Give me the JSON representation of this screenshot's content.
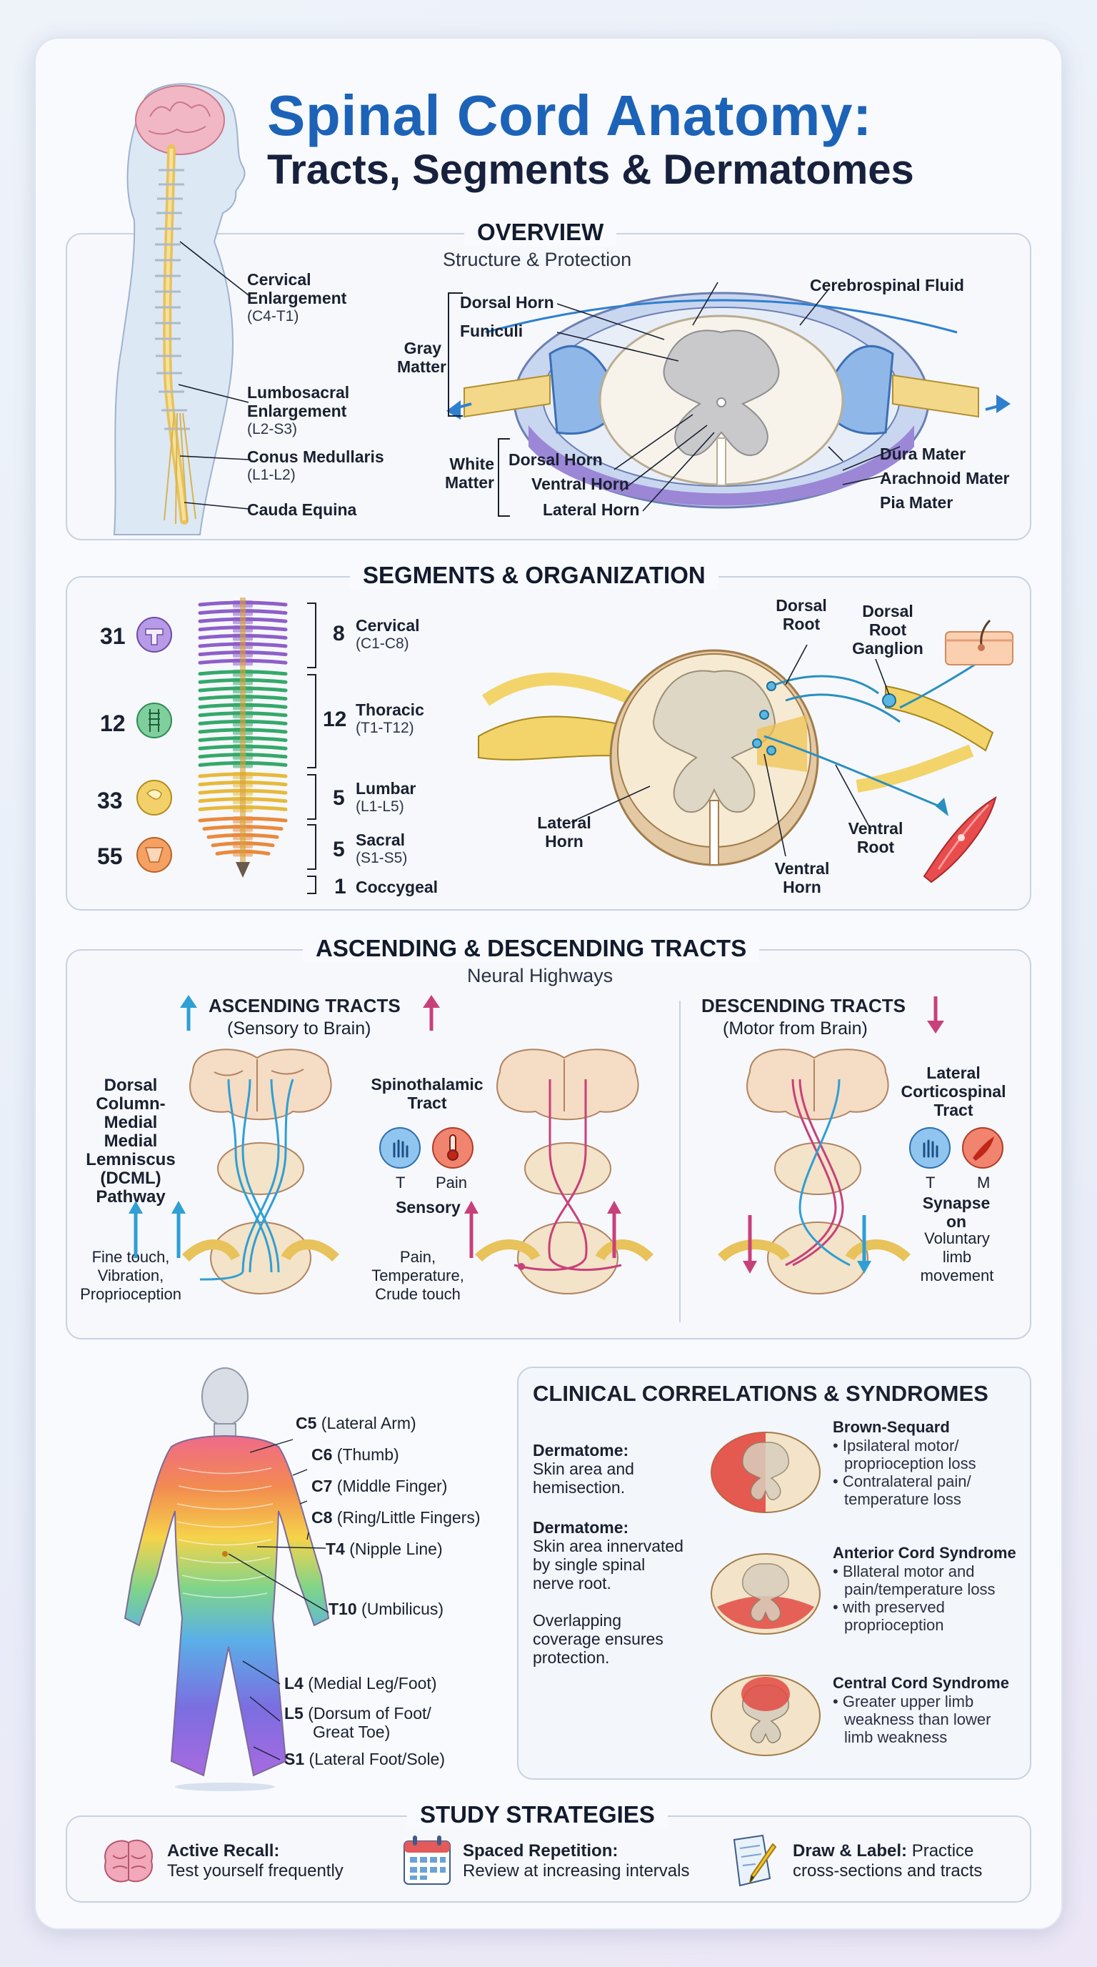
{
  "header": {
    "title": "Spinal Cord Anatomy:",
    "subtitle": "Tracts, Segments & Dermatomes"
  },
  "overview": {
    "title": "OVERVIEW",
    "subtitle": "Structure & Protection",
    "spine_labels": [
      {
        "name": "Cervical",
        "line2": "Enlargement",
        "range": "(C4-T1)"
      },
      {
        "name": "Lumbosacral",
        "line2": "Enlargement",
        "range": "(L2-S3)"
      },
      {
        "name": "Conus Medullaris",
        "line2": "",
        "range": "(L1-L2)"
      },
      {
        "name": "Cauda Equina",
        "line2": "",
        "range": ""
      }
    ],
    "gray_matter": {
      "label_line1": "Gray",
      "label_line2": "Matter",
      "items": [
        "Dorsal Horn",
        "Funiculi"
      ]
    },
    "white_matter": {
      "label_line1": "White",
      "label_line2": "Matter",
      "items": [
        "Dorsal Horn",
        "Ventral Horn",
        "Lateral Horn"
      ]
    },
    "right_labels": [
      "Cerebrospinal Fluid",
      "Dura Mater",
      "Arachnoid Mater",
      "Pia Mater"
    ]
  },
  "segments": {
    "title": "SEGMENTS & ORGANIZATION",
    "counts": [
      "31",
      "12",
      "33",
      "55"
    ],
    "groups": [
      {
        "count": "8",
        "name": "Cervical",
        "range": "(C1-C8)"
      },
      {
        "count": "12",
        "name": "Thoracic",
        "range": "(T1-T12)"
      },
      {
        "count": "5",
        "name": "Lumbar",
        "range": "(L1-L5)"
      },
      {
        "count": "5",
        "name": "Sacral",
        "range": "(S1-S5)"
      },
      {
        "count": "1",
        "name": "Coccygeal",
        "range": ""
      }
    ],
    "cross_labels": {
      "dorsal_root": [
        "Dorsal",
        "Root"
      ],
      "drg": [
        "Dorsal",
        "Root",
        "Ganglion"
      ],
      "lateral_horn": [
        "Lateral",
        "Horn"
      ],
      "ventral_root": [
        "Ventral",
        "Root"
      ],
      "ventral_horn": [
        "Ventral",
        "Horn"
      ]
    }
  },
  "tracts": {
    "title": "ASCENDING & DESCENDING TRACTS",
    "subtitle": "Neural Highways",
    "ascending": {
      "title": "ASCENDING TRACTS",
      "subtitle": "(Sensory to Brain)",
      "dcml": [
        "Dorsal",
        "Column-",
        "Medial",
        "Medial",
        "Lemniscus",
        "(DCML)",
        "Pathway"
      ],
      "dcml_desc": [
        "Fine touch,",
        "Vibration,",
        "Proprioception"
      ],
      "spino_title": [
        "Spinothalamic",
        "Tract"
      ],
      "spino_icons": [
        "T",
        "Pain"
      ],
      "spino_kind": "Sensory",
      "spino_desc": [
        "Pain,",
        "Temperature,",
        "Crude touch"
      ]
    },
    "descending": {
      "title": "DESCENDING TRACTS",
      "subtitle": "(Motor from Brain)",
      "lcst_title": [
        "Lateral",
        "Corticospinal",
        "Tract"
      ],
      "lcst_icons": [
        "T",
        "M"
      ],
      "lcst_note": [
        "Synapse",
        "on"
      ],
      "lcst_desc": [
        "Voluntary",
        "limb",
        "movement"
      ]
    }
  },
  "dermatomes": [
    {
      "code": "C5",
      "desc": "(Lateral Arm)"
    },
    {
      "code": "C6",
      "desc": "(Thumb)"
    },
    {
      "code": "C7",
      "desc": "(Middle Finger)"
    },
    {
      "code": "C8",
      "desc": "(Ring/Little Fingers)"
    },
    {
      "code": "T4",
      "desc": "(Nipple Line)"
    },
    {
      "code": "T10",
      "desc": "(Umbilicus)"
    },
    {
      "code": "L4",
      "desc": "(Medial Leg/Foot)"
    },
    {
      "code": "L5",
      "desc": "(Dorsum of Foot/"
    },
    {
      "code": "",
      "desc": "Great Toe)"
    },
    {
      "code": "S1",
      "desc": "(Lateral Foot/Sole)"
    }
  ],
  "clinical": {
    "title": "CLINICAL CORRELATIONS & SYNDROMES",
    "left": [
      {
        "head": "Dermatome:",
        "lines": [
          "Skin area and",
          "hemisection."
        ]
      },
      {
        "head": "Dermatome:",
        "lines": [
          "Skin area innervated",
          "by single spinal",
          "nerve root."
        ]
      },
      {
        "head": "",
        "lines": [
          "Overlapping",
          "coverage ensures",
          "protection."
        ]
      }
    ],
    "syndromes": [
      {
        "name": "Brown-Sequard",
        "bullets": [
          [
            "Ipsilateral motor/",
            "proprioception loss"
          ],
          [
            "Contralateral pain/",
            "temperature loss"
          ]
        ]
      },
      {
        "name": "Anterior Cord Syndrome",
        "bullets": [
          [
            "Bllateral motor and",
            "pain/temperature loss"
          ],
          [
            "with preserved",
            "proprioception"
          ]
        ]
      },
      {
        "name": "Central Cord Syndrome",
        "bullets": [
          [
            "Greater upper limb",
            "weakness than lower",
            "limb weakness"
          ]
        ]
      }
    ]
  },
  "study": {
    "title": "STUDY STRATEGIES",
    "items": [
      {
        "head": "Active Recall:",
        "text": "Test yourself frequently",
        "icon": "brain-icon"
      },
      {
        "head": "Spaced Repetition:",
        "text": "Review at increasing intervals",
        "icon": "calendar-icon"
      },
      {
        "head": "Draw & Label:",
        "text": "Practice",
        "text2": "cross-sections and tracts",
        "icon": "pencil-icon"
      }
    ]
  },
  "colors": {
    "title_blue": "#1c63b8",
    "ascending": "#2f9fd4",
    "descending": "#c8407a",
    "cervical": "#8e5fc8",
    "thoracic": "#35a86a",
    "lumbar": "#e6b93a",
    "sacral": "#e88a3c"
  }
}
